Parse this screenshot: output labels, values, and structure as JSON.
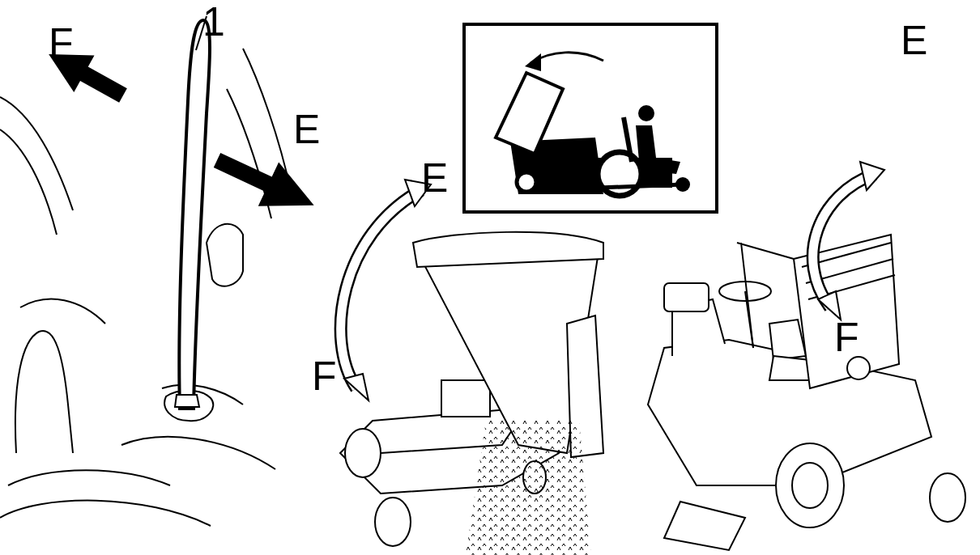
{
  "diagram": {
    "labels": [
      "F",
      "1",
      "E",
      "E",
      "F",
      "E",
      "F"
    ]
  }
}
